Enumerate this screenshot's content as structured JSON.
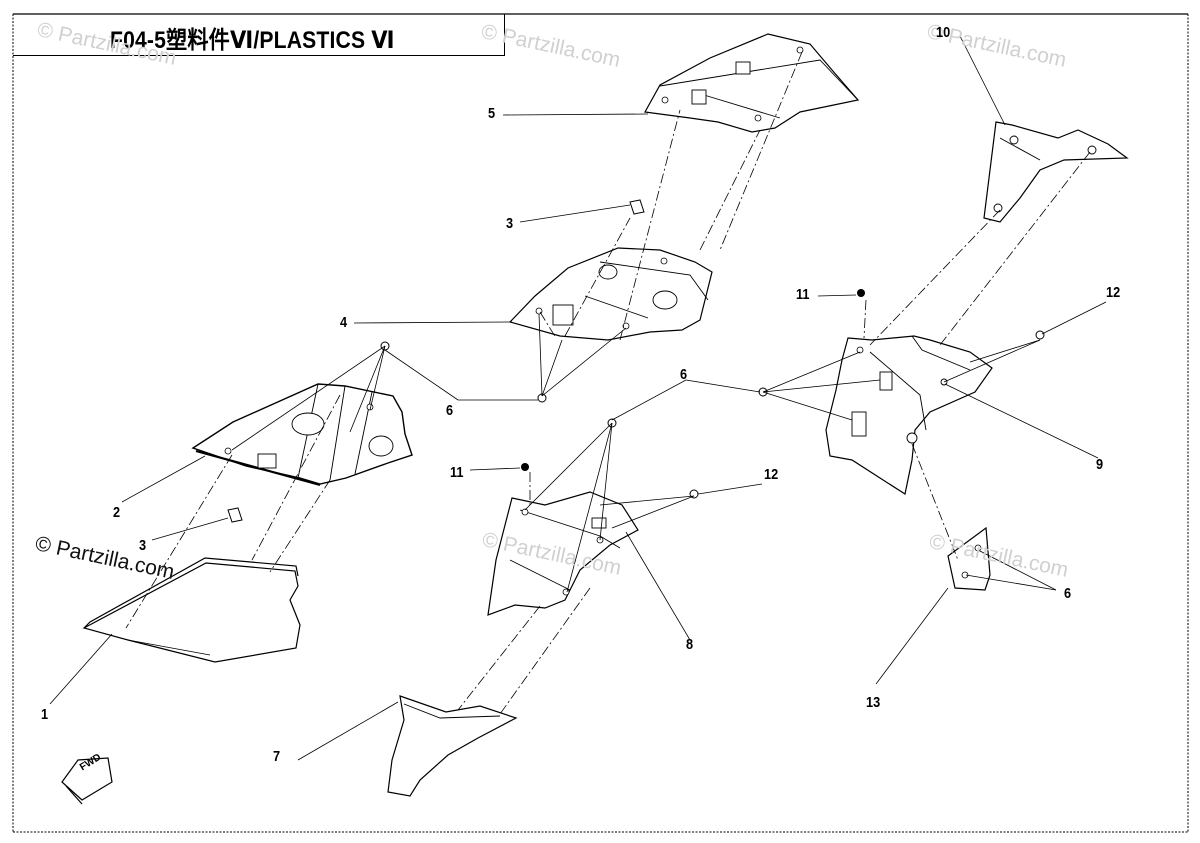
{
  "title": "F04-5塑料件Ⅵ/PLASTICS Ⅵ",
  "watermark_main": "© Partzilla.com",
  "watermarks": [
    "© Partzilla.com",
    "© Partzilla.com",
    "© Partzilla.com",
    "© Partzilla.com",
    "© Partzilla.com"
  ],
  "fwd_label": "FWD",
  "callouts": {
    "c1": "1",
    "c2": "2",
    "c3a": "3",
    "c3b": "3",
    "c4": "4",
    "c5": "5",
    "c6a": "6",
    "c6b": "6",
    "c6c": "6",
    "c7": "7",
    "c8": "8",
    "c9": "9",
    "c10": "10",
    "c11a": "11",
    "c11b": "11",
    "c12a": "12",
    "c12b": "12",
    "c13": "13"
  }
}
